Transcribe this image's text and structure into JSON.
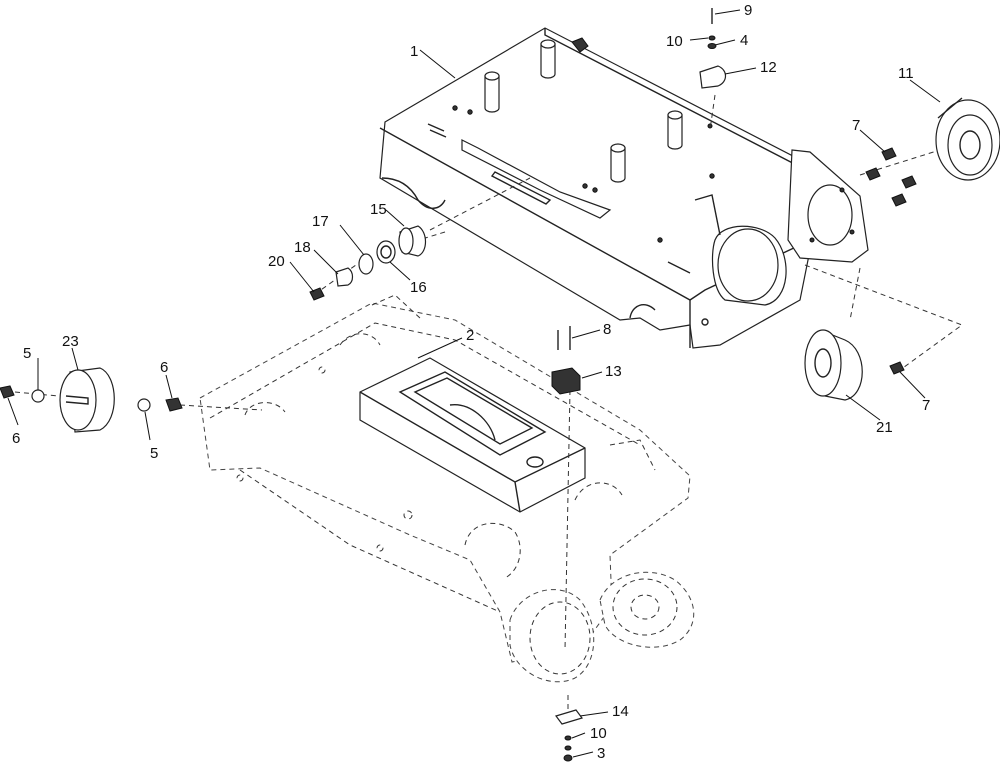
{
  "callouts": [
    "1",
    "2",
    "3",
    "4",
    "5",
    "5",
    "6",
    "6",
    "7",
    "7",
    "8",
    "9",
    "10",
    "10",
    "11",
    "12",
    "13",
    "14",
    "15",
    "16",
    "17",
    "18",
    "20",
    "21",
    "23"
  ]
}
